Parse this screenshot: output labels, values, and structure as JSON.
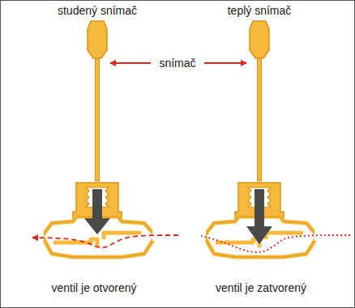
{
  "diagram": {
    "labels": [
      "studený snímač",
      "teplý snímač",
      "snímač",
      "ventil je otvorený",
      "ventil je zatvorený"
    ]
  }
}
